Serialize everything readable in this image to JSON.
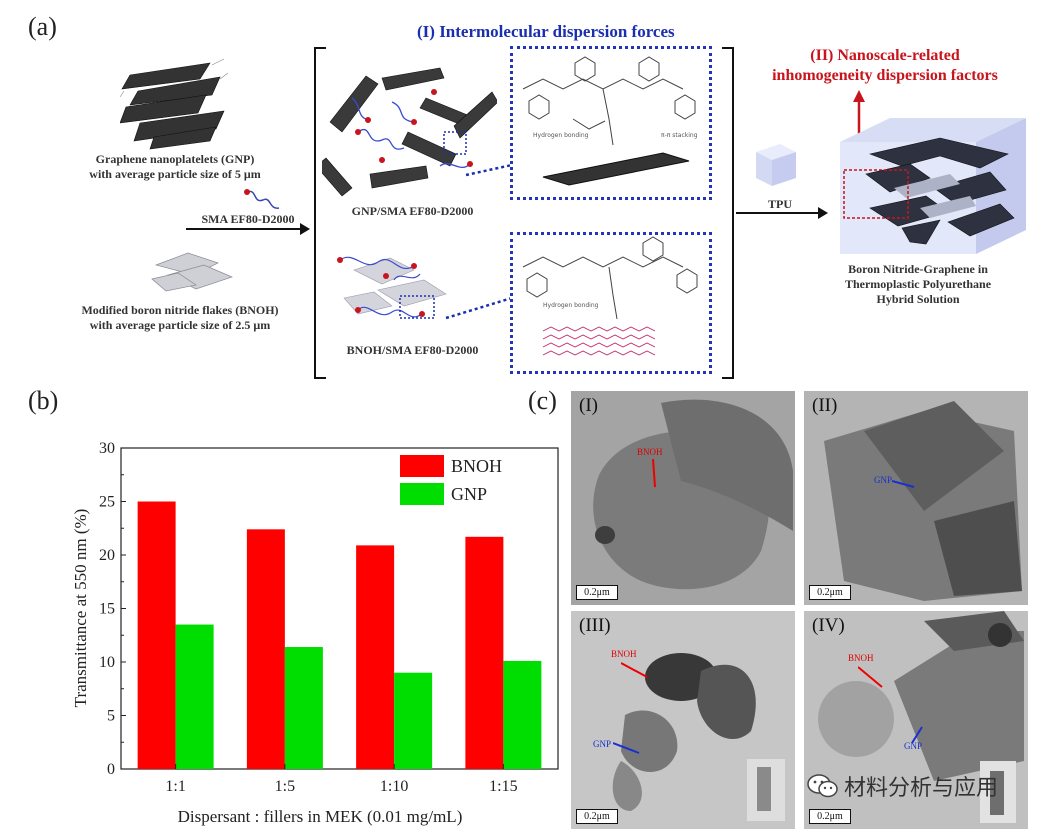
{
  "panel_labels": {
    "a": "(a)",
    "b": "(b)",
    "c": "(c)"
  },
  "panel_a": {
    "gnp_label": [
      "Graphene nanoplatelets (GNP)",
      "with average particle size of 5 μm"
    ],
    "bnoh_label": [
      "Modified boron nitride flakes (BNOH)",
      "with average particle size of 2.5 μm"
    ],
    "arrow_label": "SMA EF80-D2000",
    "gnp_sma_label": "GNP/SMA EF80-D2000",
    "bnoh_sma_label": "BNOH/SMA EF80-D2000",
    "title_I": "(I) Intermolecular dispersion forces",
    "title_II": [
      "(II) Nanoscale-related",
      "inhomogeneity dispersion factors"
    ],
    "tpu_label": "TPU",
    "hybrid_label": [
      "Boron Nitride-Graphene in",
      "Thermoplastic Polyurethane",
      "Hybrid Solution"
    ],
    "hbond_label": "Hydrogen bonding",
    "stacking_label": "π-π stacking"
  },
  "panel_c": {
    "roman": [
      "(I)",
      "(II)",
      "(III)",
      "(IV)"
    ],
    "scale_bar": "0.2μm",
    "annot_bnoh": "BNOH",
    "annot_gnp": "GNP",
    "watermark": "材料分析与应用"
  },
  "colors": {
    "bnoh": "#ff0000",
    "gnp": "#00dd00",
    "title_blue": "#1a2fb0",
    "title_red": "#c8141c"
  },
  "chart_data": {
    "type": "bar",
    "categories": [
      "1:1",
      "1:5",
      "1:10",
      "1:15"
    ],
    "series": [
      {
        "name": "BNOH",
        "values": [
          25.0,
          22.4,
          20.9,
          21.7
        ],
        "color": "#ff0000"
      },
      {
        "name": "GNP",
        "values": [
          13.5,
          11.4,
          9.0,
          10.1
        ],
        "color": "#00dd00"
      }
    ],
    "xlabel": "Dispersant : fillers in MEK (0.01 mg/mL)",
    "ylabel": "Transmittance at 550 nm (%)",
    "ylim": [
      0,
      30
    ],
    "yticks": [
      0,
      5,
      10,
      15,
      20,
      25,
      30
    ],
    "legend": "top-right",
    "grid": false
  }
}
